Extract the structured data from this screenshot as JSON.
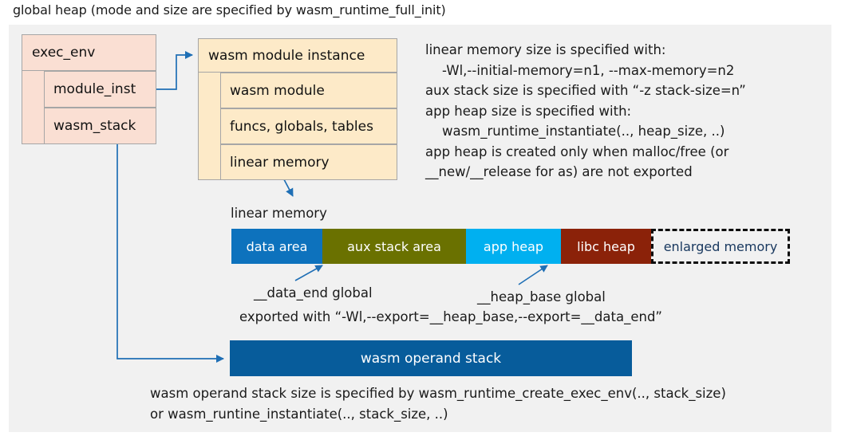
{
  "title": "global heap (mode and size are specified by wasm_runtime_full_init)",
  "exec_env": {
    "header": "exec_env",
    "fields": [
      "module_inst",
      "wasm_stack"
    ]
  },
  "module_instance": {
    "header": "wasm module instance",
    "fields": [
      "wasm module",
      "funcs, globals, tables",
      "linear memory"
    ]
  },
  "info_text": "linear memory size is specified with:\n    -Wl,--initial-memory=n1, --max-memory=n2\naux stack size is specified with “-z stack-size=n”\napp heap size is specified with:\n    wasm_runtime_instantiate(.., heap_size, ..)\napp heap is created only when malloc/free (or\n__new/__release for as) are not exported",
  "linear_memory": {
    "label": "linear memory",
    "segments": [
      {
        "label": "data area",
        "color": "#0d72bd",
        "text_color": "#ffffff",
        "width": 114,
        "style": "solid"
      },
      {
        "label": "aux stack area",
        "color": "#6a7100",
        "text_color": "#ffffff",
        "width": 180,
        "style": "solid"
      },
      {
        "label": "app heap",
        "color": "#00b0f0",
        "text_color": "#ffffff",
        "width": 119,
        "style": "solid"
      },
      {
        "label": "libc heap",
        "color": "#8b2209",
        "text_color": "#ffffff",
        "width": 113,
        "style": "solid"
      },
      {
        "label": "enlarged memory",
        "color": "#f1f1f1",
        "text_color": "#17375e",
        "width": 174,
        "style": "dashed"
      }
    ]
  },
  "annotations": {
    "data_end": "__data_end global",
    "heap_base": "__heap_base global",
    "exported": "exported with “-Wl,--export=__heap_base,--export=__data_end”"
  },
  "operand_stack": {
    "label": "wasm operand stack",
    "color": "#075c9b"
  },
  "bottom_text": "wasm operand stack size is specified by wasm_runtime_create_exec_env(.., stack_size)\nor wasm_runtine_instantiate(.., stack_size, ..)",
  "colors": {
    "canvas": "#f1f1f1",
    "exec_env_fill": "#fadfd3",
    "module_fill": "#fdeac8",
    "border": "#a6a6a6",
    "arrow": "#1f6fb5"
  }
}
